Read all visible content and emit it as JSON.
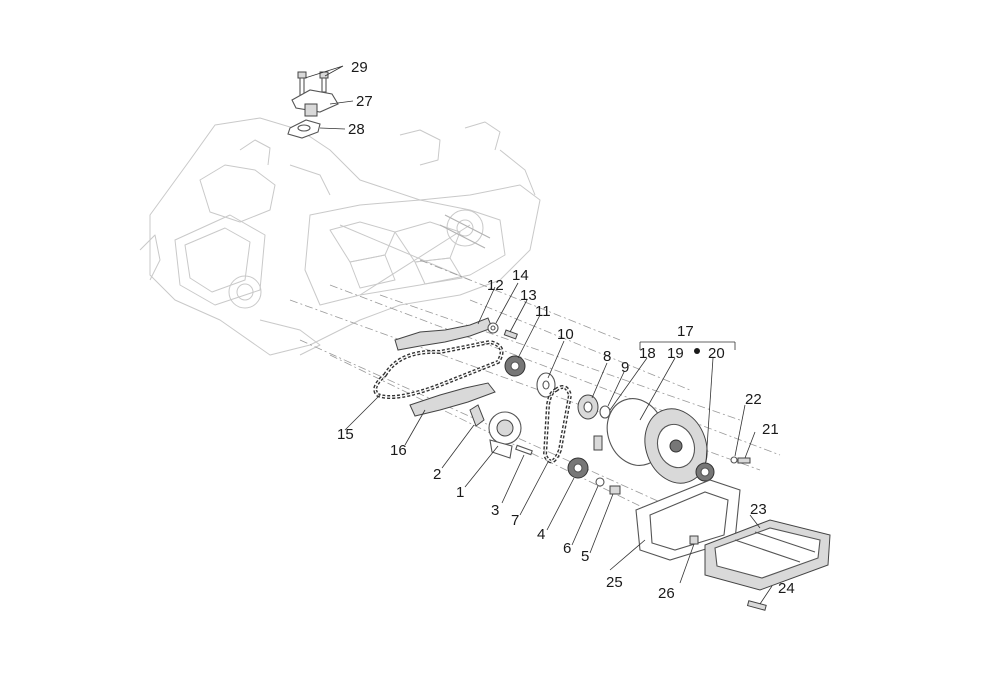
{
  "diagram": {
    "type": "exploded-parts-diagram",
    "colors": {
      "engine_outline": "#c9c9c9",
      "part_outline": "#555555",
      "callout_text": "#1a1a1a",
      "background": "#ffffff"
    },
    "callouts": [
      {
        "id": "c1",
        "label": "1"
      },
      {
        "id": "c2",
        "label": "2"
      },
      {
        "id": "c3",
        "label": "3"
      },
      {
        "id": "c4",
        "label": "4"
      },
      {
        "id": "c5",
        "label": "5"
      },
      {
        "id": "c6",
        "label": "6"
      },
      {
        "id": "c7",
        "label": "7"
      },
      {
        "id": "c8",
        "label": "8"
      },
      {
        "id": "c9",
        "label": "9"
      },
      {
        "id": "c10",
        "label": "10"
      },
      {
        "id": "c11",
        "label": "11"
      },
      {
        "id": "c12",
        "label": "12"
      },
      {
        "id": "c13",
        "label": "13"
      },
      {
        "id": "c14",
        "label": "14"
      },
      {
        "id": "c15",
        "label": "15"
      },
      {
        "id": "c16",
        "label": "16"
      },
      {
        "id": "c17",
        "label": "17"
      },
      {
        "id": "c18",
        "label": "18"
      },
      {
        "id": "c19",
        "label": "19"
      },
      {
        "id": "c20",
        "label": "20"
      },
      {
        "id": "c21",
        "label": "21"
      },
      {
        "id": "c22",
        "label": "22"
      },
      {
        "id": "c23",
        "label": "23"
      },
      {
        "id": "c24",
        "label": "24"
      },
      {
        "id": "c25",
        "label": "25"
      },
      {
        "id": "c26",
        "label": "26"
      },
      {
        "id": "c27",
        "label": "27"
      },
      {
        "id": "c28",
        "label": "28"
      },
      {
        "id": "c29",
        "label": "29"
      }
    ]
  }
}
